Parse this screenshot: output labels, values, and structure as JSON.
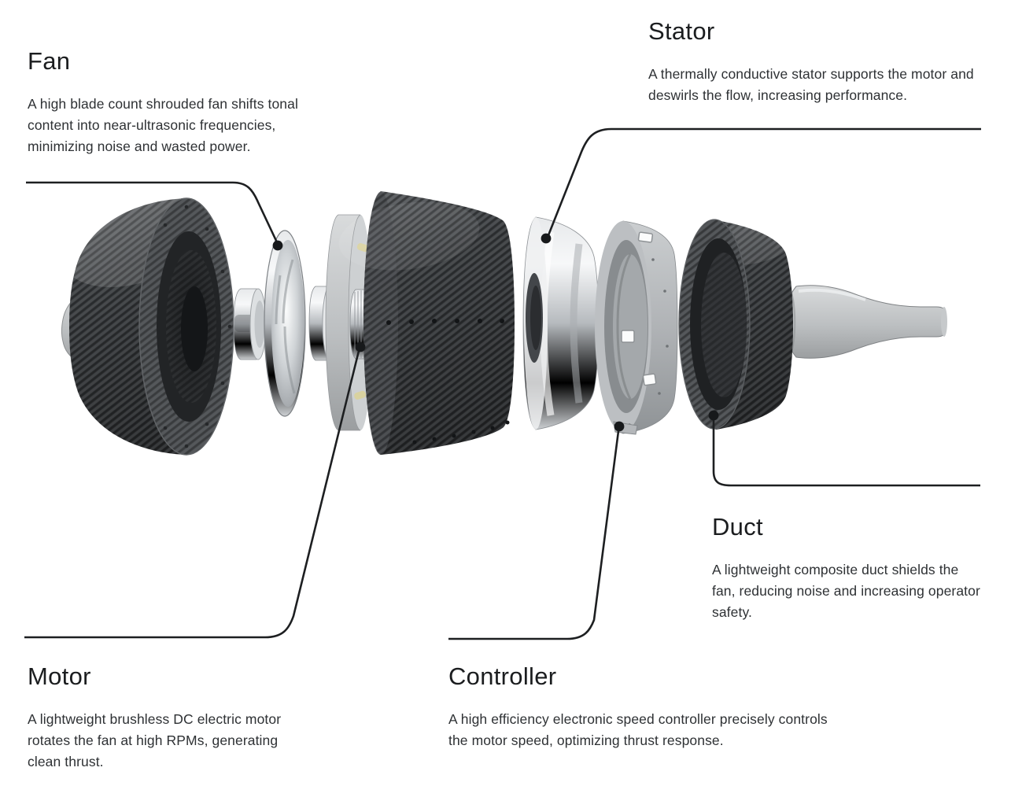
{
  "callouts": {
    "fan": {
      "title": "Fan",
      "description": "A high blade count shrouded fan shifts tonal content into near-ultrasonic frequencies, minimizing noise and wasted power."
    },
    "stator": {
      "title": "Stator",
      "description": "A thermally conductive stator supports the motor and deswirls the flow, increasing performance."
    },
    "duct": {
      "title": "Duct",
      "description": "A lightweight composite duct shields the fan, reducing noise and increasing operator safety."
    },
    "motor": {
      "title": "Motor",
      "description": "A lightweight brushless DC electric motor rotates the fan at high RPMs, generating clean thrust."
    },
    "controller": {
      "title": "Controller",
      "description": "A high efficiency electronic speed controller precisely controls the motor speed, optimizing thrust response."
    }
  },
  "colors": {
    "background": "#ffffff",
    "leader_line": "#1d1f21",
    "leader_dot": "#17191b",
    "title_text": "#1b1d1f",
    "body_text": "#2e3134",
    "carbon_dark": "#3a3d40",
    "metal_light": "#d9dbdd",
    "winding_yellow": "#d9d2a0"
  }
}
